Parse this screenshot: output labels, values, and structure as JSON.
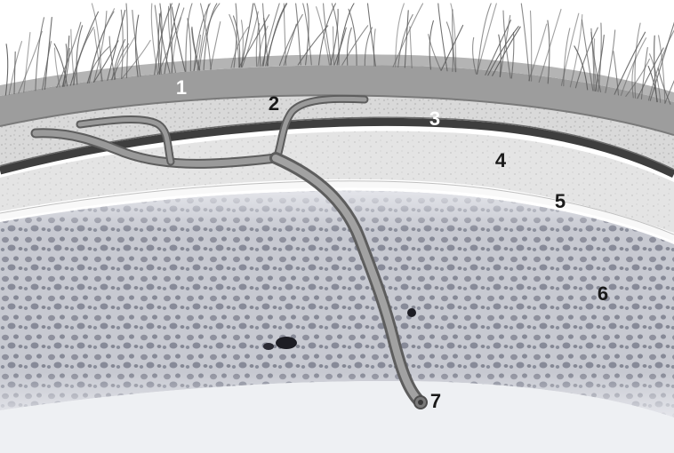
{
  "labels": {
    "hair": "1",
    "scalp_vessel_branch": "2",
    "dura_layer": "3",
    "subcutaneous_layer": "4",
    "thin_membrane": "5",
    "bone_layer": "6",
    "emissary_vessel_end": "7"
  },
  "colors": {
    "background": "#ffffff",
    "hair_strands": "#5a5a5a",
    "skin_top": "#8b8b8b",
    "skin_band": "#a6a6a6",
    "fat_layer": "#d6d6d6",
    "dark_band": "#4a4a4a",
    "loose_layer": "#e2e2e2",
    "membrane": "#f6f6f6",
    "bone": "#c9cbd3",
    "bone_pores": "#6d7080",
    "vessel": "#8d8d8d",
    "vessel_edge": "#5d5d5d",
    "label_light": "#ffffff",
    "label_dark": "#1a1a1a"
  }
}
